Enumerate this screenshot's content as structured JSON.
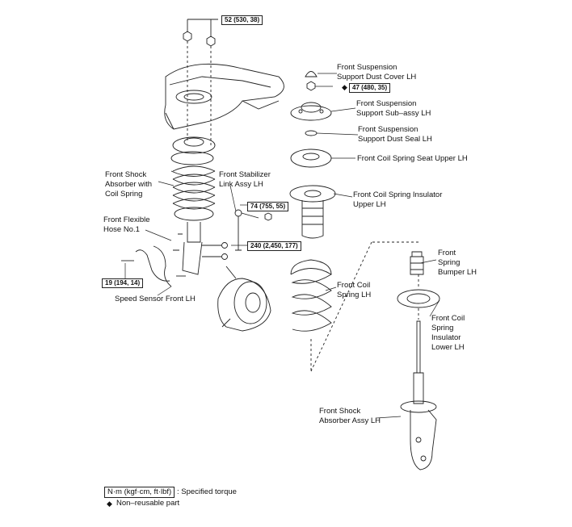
{
  "labels": {
    "dust_cover": "Front Suspension\nSupport Dust Cover LH",
    "sub_assy": "Front Suspension\nSupport Sub–assy LH",
    "dust_seal": "Front Suspension\nSupport Dust Seal LH",
    "seat_upper": "Front Coil Spring Seat Upper LH",
    "insulator_upper": "Front Coil Spring Insulator\nUpper LH",
    "bumper": "Front\nSpring\nBumper LH",
    "coil_spring": "Front Coil\nSpring LH",
    "insulator_lower": "Front Coil\nSpring\nInsulator\nLower LH",
    "absorber_assy": "Front Shock\nAbsorber Assy LH",
    "absorber_with_spring": "Front Shock\nAbsorber with\nCoil Spring",
    "stabilizer_link": "Front Stabilizer\nLink Assy LH",
    "flexible_hose": "Front Flexible\nHose No.1",
    "speed_sensor": "Speed Sensor Front LH"
  },
  "torques": {
    "t52": "52 (530, 38)",
    "t47": "47 (480, 35)",
    "t74": "74 (755, 55)",
    "t240": "240 (2,450, 177)",
    "t19": "19 (194, 14)"
  },
  "legend": {
    "unit_box": "N·m (kgf·cm, ft·lbf)",
    "unit_desc": ": Specified torque",
    "diamond": "◆",
    "nonreusable": "Non–reusable part"
  }
}
